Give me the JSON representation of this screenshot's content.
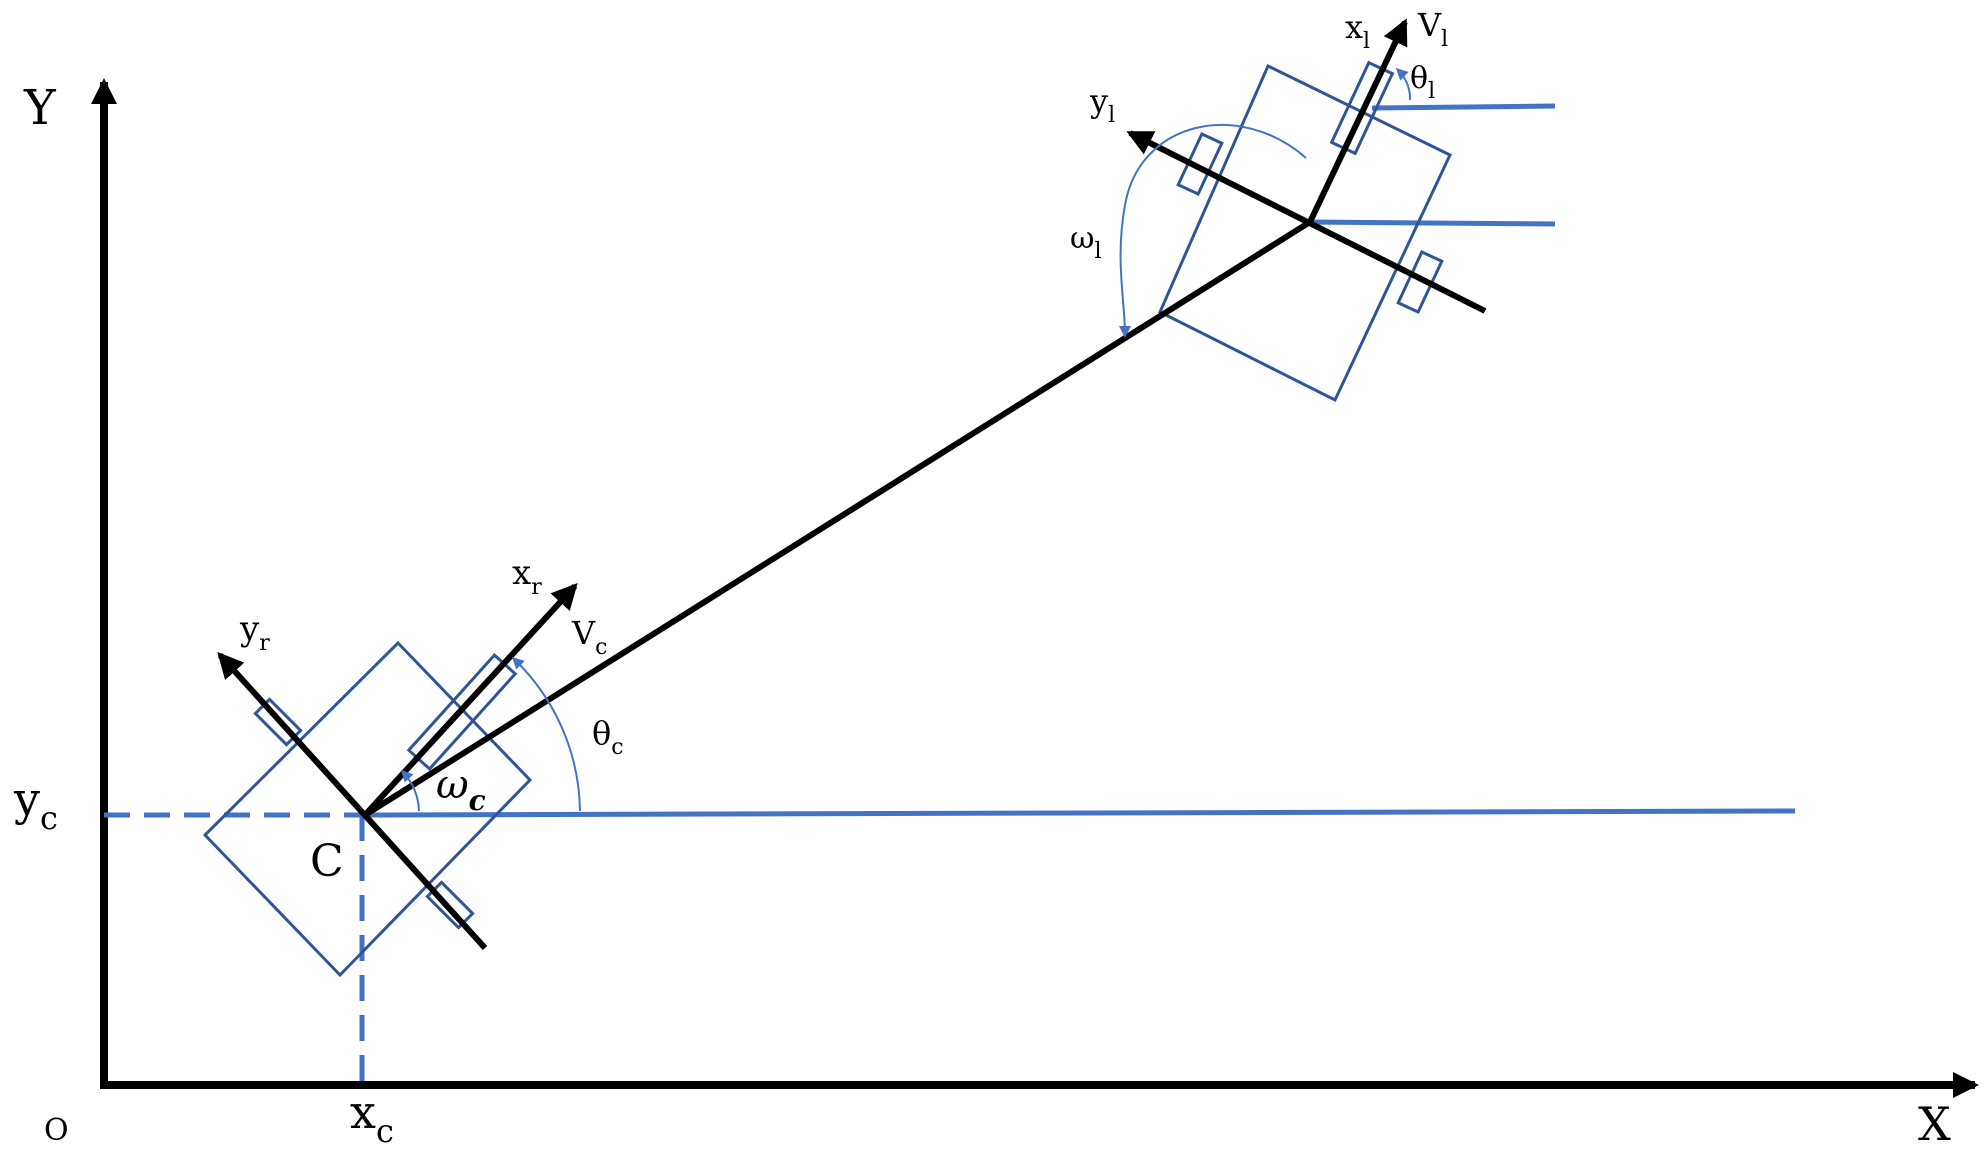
{
  "colors": {
    "axis": "#000000",
    "robot_outline": "#2F5597",
    "guide_line": "#4472C4",
    "background": "#FFFFFF"
  },
  "axes": {
    "x_label": "X",
    "y_label": "Y",
    "origin_label": "O"
  },
  "follower_robot": {
    "point_label": "C",
    "x_axis_label": "x",
    "x_axis_sub": "r",
    "y_axis_label": "y",
    "y_axis_sub": "r",
    "velocity_label": "V",
    "velocity_sub": "c",
    "heading_label": "θ",
    "heading_sub": "c",
    "angular_label": "ω",
    "angular_sub": "c",
    "xc_label": "x",
    "xc_sub": "c",
    "yc_label": "y",
    "yc_sub": "c"
  },
  "leader_robot": {
    "x_axis_label": "x",
    "x_axis_sub": "l",
    "y_axis_label": "y",
    "y_axis_sub": "l",
    "velocity_label": "V",
    "velocity_sub": "l",
    "heading_label": "θ",
    "heading_sub": "l",
    "angular_label": "ω",
    "angular_sub": "l"
  }
}
